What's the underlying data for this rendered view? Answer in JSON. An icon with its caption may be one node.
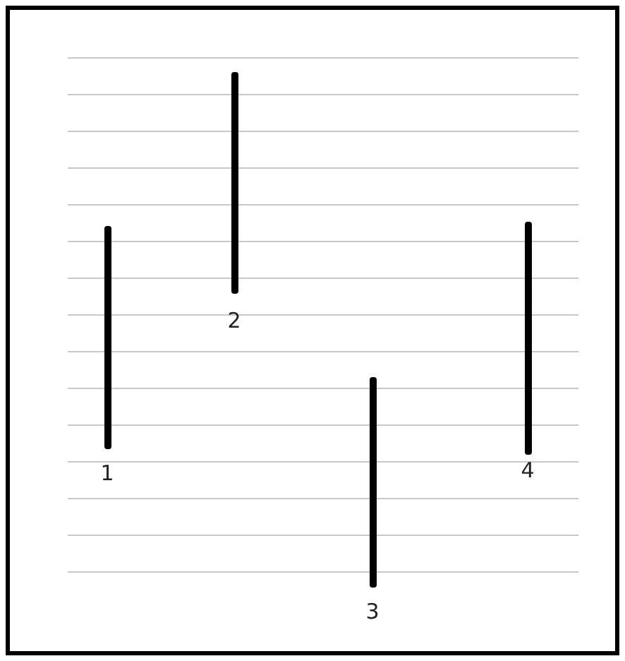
{
  "diagram": {
    "nodes": [
      {
        "text": [],
        "shape": "bar",
        "beside": [
          "1"
        ]
      },
      {
        "text": [],
        "shape": "bar",
        "beside": [
          "2"
        ]
      },
      {
        "text": [],
        "shape": "bar",
        "beside": [
          "3"
        ]
      },
      {
        "text": [],
        "shape": "bar",
        "beside": [
          "4"
        ]
      }
    ]
  }
}
